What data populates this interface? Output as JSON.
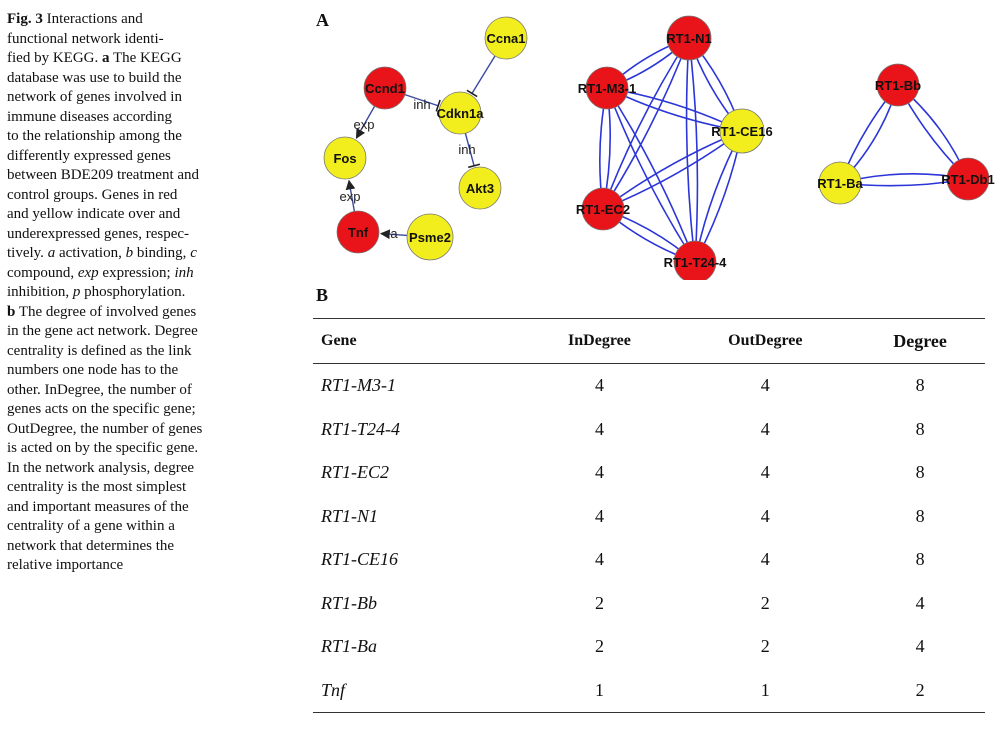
{
  "caption": {
    "lines": [
      [
        {
          "t": "Fig. 3",
          "s": "b"
        },
        {
          "t": "  Interactions and"
        }
      ],
      [
        {
          "t": "functional network identi-"
        }
      ],
      [
        {
          "t": "fied by KEGG. "
        },
        {
          "t": "a",
          "s": "b"
        },
        {
          "t": " The KEGG"
        }
      ],
      [
        {
          "t": "database was use to build the"
        }
      ],
      [
        {
          "t": "network of genes involved in"
        }
      ],
      [
        {
          "t": "immune diseases according"
        }
      ],
      [
        {
          "t": "to the relationship among the"
        }
      ],
      [
        {
          "t": "differently expressed genes"
        }
      ],
      [
        {
          "t": "between BDE209 treatment and"
        }
      ],
      [
        {
          "t": "control groups. Genes in red"
        }
      ],
      [
        {
          "t": "and yellow indicate over and"
        }
      ],
      [
        {
          "t": "underexpressed genes, respec-"
        }
      ],
      [
        {
          "t": "tively. "
        },
        {
          "t": "a",
          "s": "i"
        },
        {
          "t": " activation, "
        },
        {
          "t": "b",
          "s": "i"
        },
        {
          "t": " binding, "
        },
        {
          "t": "c",
          "s": "i"
        }
      ],
      [
        {
          "t": "compound, "
        },
        {
          "t": "exp",
          "s": "i"
        },
        {
          "t": " expression; "
        },
        {
          "t": "inh",
          "s": "i"
        }
      ],
      [
        {
          "t": "inhibition, "
        },
        {
          "t": "p",
          "s": "i"
        },
        {
          "t": " phosphorylation."
        }
      ],
      [
        {
          "t": "b",
          "s": "b"
        },
        {
          "t": " The degree of involved genes"
        }
      ],
      [
        {
          "t": "in the gene act network. Degree"
        }
      ],
      [
        {
          "t": "centrality is defined as the link"
        }
      ],
      [
        {
          "t": "numbers one node has to the"
        }
      ],
      [
        {
          "t": "other. InDegree, the number of"
        }
      ],
      [
        {
          "t": "genes acts on the specific gene;"
        }
      ],
      [
        {
          "t": "OutDegree, the number of genes"
        }
      ],
      [
        {
          "t": "is acted on by the specific gene."
        }
      ],
      [
        {
          "t": "In the network analysis, degree"
        }
      ],
      [
        {
          "t": "centrality is the most simplest"
        }
      ],
      [
        {
          "t": "and important measures of the"
        }
      ],
      [
        {
          "t": "centrality of a gene within a"
        }
      ],
      [
        {
          "t": "network that determines the"
        }
      ],
      [
        {
          "t": "relative importance"
        }
      ]
    ]
  },
  "panel_a_label": "A",
  "panel_b_label": "B",
  "colors": {
    "over": "#e8141a",
    "under": "#f2ee1e",
    "edge_cluster": "#2b35d8",
    "edge_path": "#3a4aa0"
  },
  "network": {
    "nodes": [
      {
        "id": "Ccna1",
        "label": "Ccna1",
        "color": "under"
      },
      {
        "id": "Ccnd1",
        "label": "Ccnd1",
        "color": "over"
      },
      {
        "id": "Cdkn1a",
        "label": "Cdkn1a",
        "color": "under"
      },
      {
        "id": "Fos",
        "label": "Fos",
        "color": "under"
      },
      {
        "id": "Akt3",
        "label": "Akt3",
        "color": "under"
      },
      {
        "id": "Tnf",
        "label": "Tnf",
        "color": "over"
      },
      {
        "id": "Psme2",
        "label": "Psme2",
        "color": "under"
      },
      {
        "id": "RT1-N1",
        "label": "RT1-N1",
        "color": "over"
      },
      {
        "id": "RT1-M3-1",
        "label": "RT1-M3-1",
        "color": "over"
      },
      {
        "id": "RT1-CE16",
        "label": "RT1-CE16",
        "color": "under"
      },
      {
        "id": "RT1-EC2",
        "label": "RT1-EC2",
        "color": "over"
      },
      {
        "id": "RT1-T24-4",
        "label": "RT1-T24-4",
        "color": "over"
      },
      {
        "id": "RT1-Bb",
        "label": "RT1-Bb",
        "color": "over"
      },
      {
        "id": "RT1-Ba",
        "label": "RT1-Ba",
        "color": "under"
      },
      {
        "id": "RT1-Db1",
        "label": "RT1-Db1",
        "color": "over"
      }
    ],
    "edge_labels": {
      "ccnd1_cdkn1a": "inh",
      "cdkn1a_akt3": "inh",
      "ccnd1_fos": "exp",
      "tnf_fos": "exp",
      "psme2_tnf": "a"
    }
  },
  "table": {
    "headers": {
      "gene": "Gene",
      "indegree": "InDegree",
      "outdegree": "OutDegree",
      "degree": "Degree"
    },
    "rows": [
      {
        "gene": "RT1-M3-1",
        "indegree": "4",
        "outdegree": "4",
        "degree": "8"
      },
      {
        "gene": "RT1-T24-4",
        "indegree": "4",
        "outdegree": "4",
        "degree": "8"
      },
      {
        "gene": "RT1-EC2",
        "indegree": "4",
        "outdegree": "4",
        "degree": "8"
      },
      {
        "gene": "RT1-N1",
        "indegree": "4",
        "outdegree": "4",
        "degree": "8"
      },
      {
        "gene": "RT1-CE16",
        "indegree": "4",
        "outdegree": "4",
        "degree": "8"
      },
      {
        "gene": "RT1-Bb",
        "indegree": "2",
        "outdegree": "2",
        "degree": "4"
      },
      {
        "gene": "RT1-Ba",
        "indegree": "2",
        "outdegree": "2",
        "degree": "4"
      },
      {
        "gene": "Tnf",
        "indegree": "1",
        "outdegree": "1",
        "degree": "2"
      }
    ]
  }
}
